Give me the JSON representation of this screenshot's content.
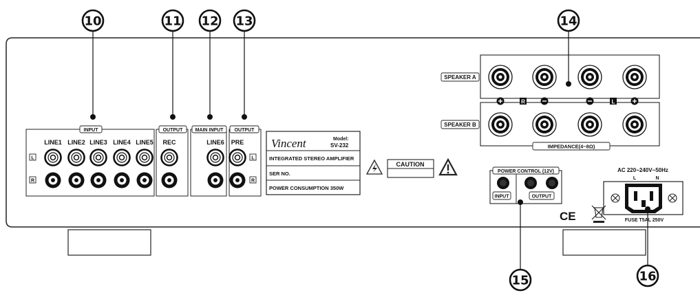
{
  "callouts": [
    "10",
    "11",
    "12",
    "13",
    "14",
    "15",
    "16"
  ],
  "input_section": {
    "title": "INPUT",
    "lines": [
      "LINE1",
      "LINE2",
      "LINE3",
      "LINE4",
      "LINE5"
    ],
    "channel_l": "L",
    "channel_r": "R"
  },
  "output_rec": {
    "title": "OUTPUT",
    "label": "REC"
  },
  "main_input": {
    "title": "MAIN INPUT",
    "label": "LINE6"
  },
  "output_pre": {
    "title": "OUTPUT",
    "label": "PRE",
    "channel_l": "L",
    "channel_r": "R"
  },
  "nameplate": {
    "brand": "Vincent",
    "model_label": "Model:",
    "model": "SV-232",
    "line1": "INTEGRATED STEREO AMPLIFIER",
    "line2": "SER NO.",
    "line3": "POWER CONSUMPTION  350W"
  },
  "caution": "CAUTION",
  "speakers": {
    "speaker_a": "SPEAKER A",
    "speaker_b": "SPEAKER B",
    "polarity_right": "R",
    "polarity_left": "L",
    "impedance": "IMPEDANCE(4~8Ω)"
  },
  "power_control": {
    "title": "POWER CONTROL (12V)",
    "input": "INPUT",
    "output": "OUTPUT"
  },
  "ac_inlet": {
    "rating": "AC 220~240V~50Hz",
    "pin_l": "L",
    "pin_n": "N",
    "fuse": "FUSE T5AL 250V"
  },
  "marks": {
    "ce": "CE"
  }
}
